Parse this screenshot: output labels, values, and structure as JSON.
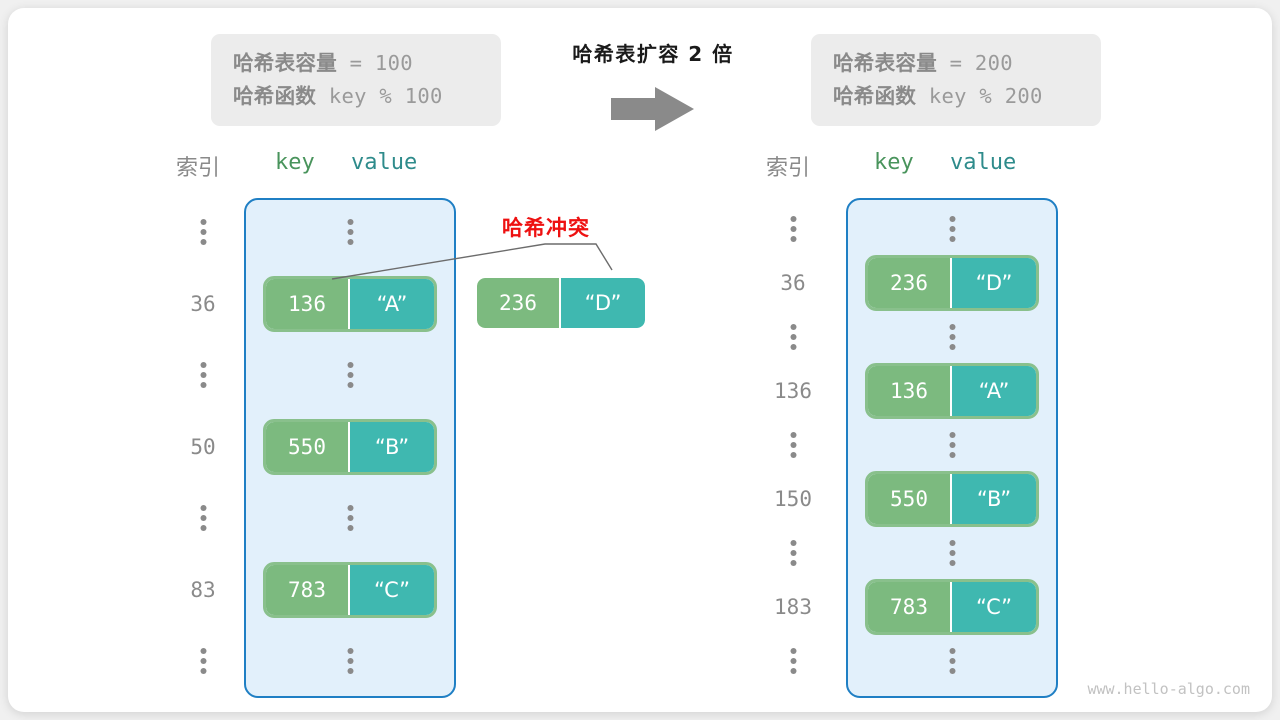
{
  "diagram": {
    "center_title": "哈希表扩容 2 倍",
    "arrow_icon": "right-arrow-icon",
    "watermark": "www.hello-algo.com",
    "collision_label": "哈希冲突",
    "colors": {
      "key_cell": "#7cba7f",
      "value_cell": "#3fb8b0",
      "bucket_fill": "#e2f0fb",
      "bucket_border": "#1f7fc4",
      "collision_red": "#ee1111",
      "info_box_bg": "#ececec",
      "muted_text": "#8a8a8a"
    }
  },
  "info_left": {
    "capacity_label": "哈希表容量",
    "capacity_expr": " = 100",
    "function_label": "哈希函数",
    "function_expr": " key % 100"
  },
  "info_right": {
    "capacity_label": "哈希表容量",
    "capacity_expr": " = 200",
    "function_label": "哈希函数",
    "function_expr": " key % 200"
  },
  "headers": {
    "index": "索引",
    "key": "key",
    "value": "value"
  },
  "left_table": {
    "rows": [
      {
        "index": "⋮",
        "is_dots": true,
        "key": "",
        "value": ""
      },
      {
        "index": "36",
        "is_dots": false,
        "key": "136",
        "value": "“A”"
      },
      {
        "index": "⋮",
        "is_dots": true,
        "key": "",
        "value": ""
      },
      {
        "index": "50",
        "is_dots": false,
        "key": "550",
        "value": "“B”"
      },
      {
        "index": "⋮",
        "is_dots": true,
        "key": "",
        "value": ""
      },
      {
        "index": "83",
        "is_dots": false,
        "key": "783",
        "value": "“C”"
      },
      {
        "index": "⋮",
        "is_dots": true,
        "key": "",
        "value": ""
      }
    ]
  },
  "floating_pair": {
    "key": "236",
    "value": "“D”"
  },
  "right_table": {
    "rows": [
      {
        "index": "⋮",
        "is_dots": true,
        "key": "",
        "value": ""
      },
      {
        "index": "36",
        "is_dots": false,
        "key": "236",
        "value": "“D”"
      },
      {
        "index": "⋮",
        "is_dots": true,
        "key": "",
        "value": ""
      },
      {
        "index": "136",
        "is_dots": false,
        "key": "136",
        "value": "“A”"
      },
      {
        "index": "⋮",
        "is_dots": true,
        "key": "",
        "value": ""
      },
      {
        "index": "150",
        "is_dots": false,
        "key": "550",
        "value": "“B”"
      },
      {
        "index": "⋮",
        "is_dots": true,
        "key": "",
        "value": ""
      },
      {
        "index": "183",
        "is_dots": false,
        "key": "783",
        "value": "“C”"
      },
      {
        "index": "⋮",
        "is_dots": true,
        "key": "",
        "value": ""
      }
    ]
  }
}
